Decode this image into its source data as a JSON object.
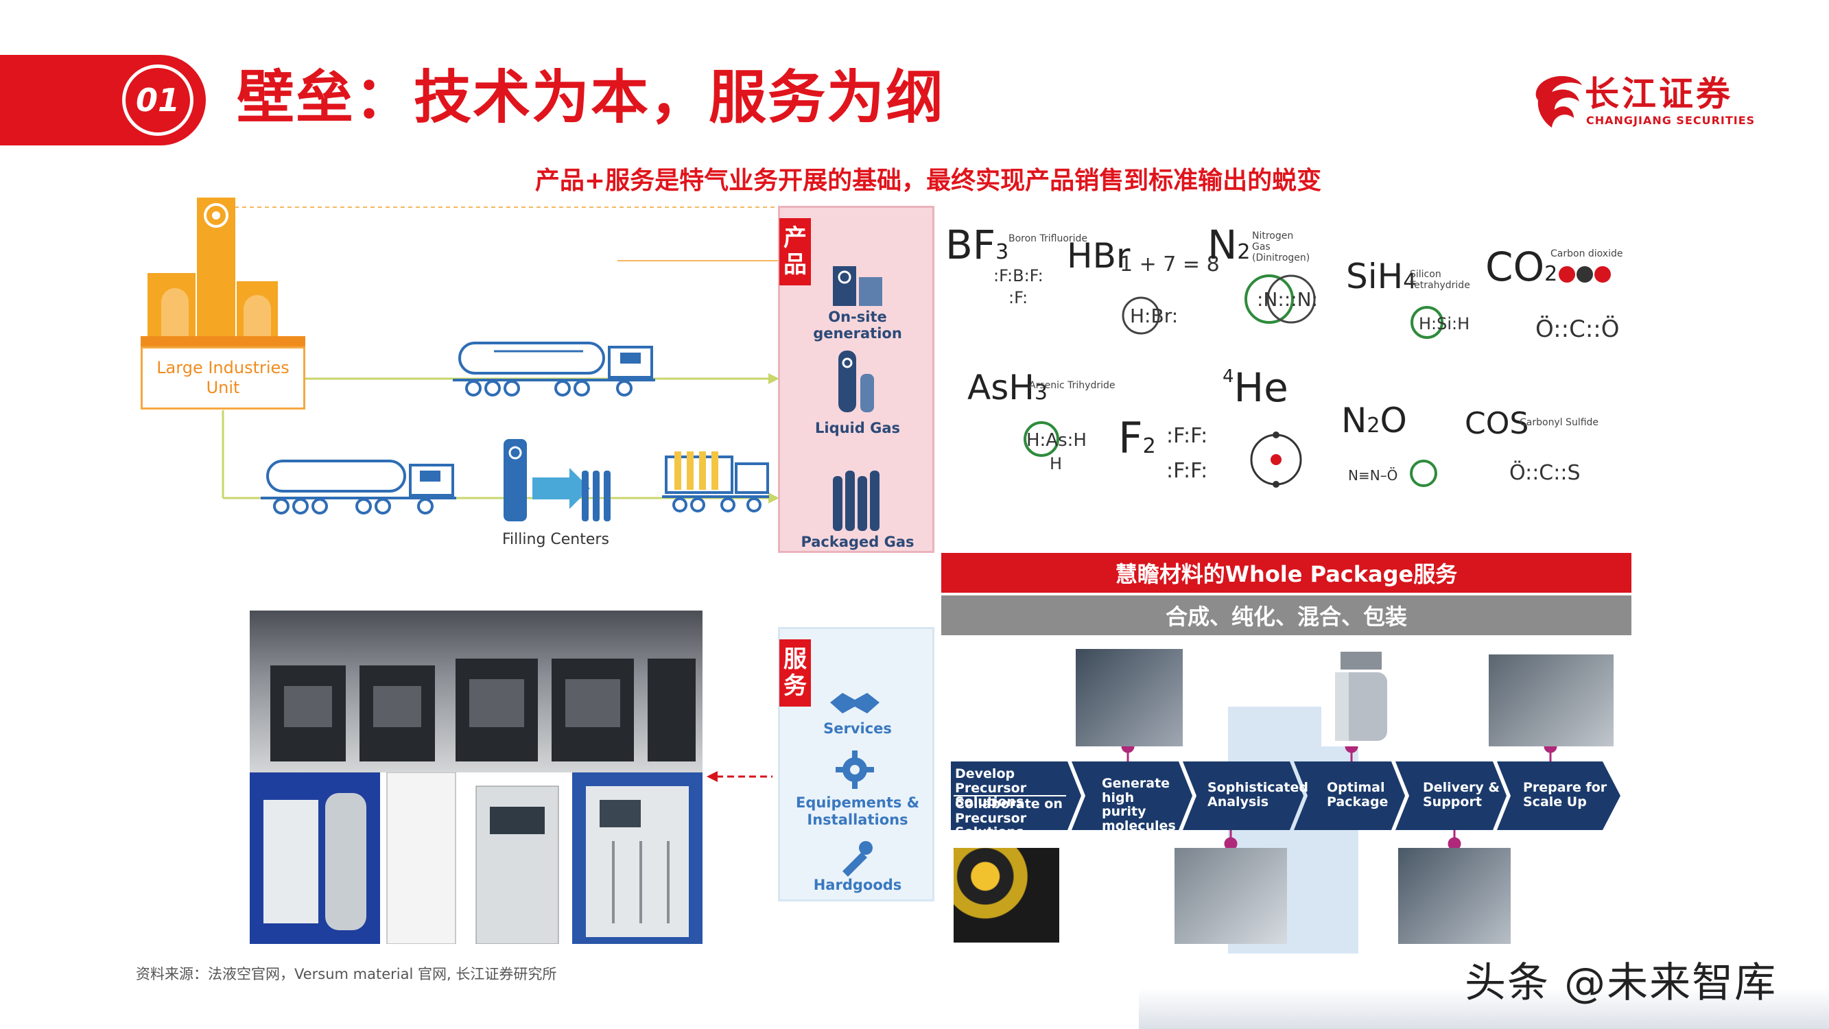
{
  "header": {
    "number": "01",
    "title": "壁垒：技术为本，服务为纲",
    "subtitle": "产品+服务是特气业务开展的基础，最终实现产品销售到标准输出的蜕变",
    "logo_cn": "长江证券",
    "logo_en": "CHANGJIANG SECURITIES"
  },
  "supply_chain": {
    "factory_label_line1": "Large Industries",
    "factory_label_line2": "Unit",
    "filling_centers": "Filling Centers",
    "product_tag": "产品",
    "products": [
      "On-site generation",
      "Liquid Gas",
      "Packaged Gas"
    ]
  },
  "services": {
    "tag": "服务",
    "items": [
      "Services",
      "Equipements & Installations",
      "Hardgoods"
    ]
  },
  "gases": {
    "bf3": {
      "formula": "BF",
      "sub": "3",
      "note": "Boron Trifluoride"
    },
    "hbr": {
      "formula": "HBr",
      "calc": "1 + 7 = 8"
    },
    "n2": {
      "formula": "N",
      "sub": "2",
      "note": "Nitrogen Gas (Dinitrogen)"
    },
    "sih4": {
      "formula": "SiH",
      "sub": "4",
      "note": "Silicon Tetrahydride"
    },
    "co2": {
      "formula": "CO",
      "sub": "2",
      "note": "Carbon dioxide"
    },
    "ash3": {
      "formula": "AsH",
      "sub": "3",
      "note": "Arsenic Trihydride"
    },
    "he": {
      "formula": "He",
      "sup": "4"
    },
    "f2": {
      "formula": "F",
      "sub": "2"
    },
    "n2o": {
      "formula": "N",
      "sub": "2",
      "suffix": "O"
    },
    "cos": {
      "formula": "COS",
      "note": "Carbonyl Sulfide"
    }
  },
  "whole_package": {
    "title": "慧瞻材料的Whole Package服务",
    "subtitle": "合成、纯化、混合、包装",
    "steps": [
      {
        "line1": "Develop Precursor",
        "line2": "Solutions",
        "line3": "Collaborate on",
        "line4": "Precursor Solutions"
      },
      {
        "line1": "Generate high",
        "line2": "purity",
        "line3": "molecules"
      },
      {
        "line1": "Sophisticated",
        "line2": "Analysis"
      },
      {
        "line1": "Optimal",
        "line2": "Package"
      },
      {
        "line1": "Delivery &",
        "line2": "Support"
      },
      {
        "line1": "Prepare for",
        "line2": "Scale Up"
      }
    ]
  },
  "footer": {
    "source": "资料来源：法液空官网，Versum material 官网, 长江证券研究所",
    "watermark": "头条 @未来智库"
  },
  "colors": {
    "brand_red": "#e0141c",
    "orange": "#f4a840",
    "navy": "#2c4a78",
    "pink_panel": "#f7d7dc",
    "step_blue": "#1b3a6b"
  }
}
